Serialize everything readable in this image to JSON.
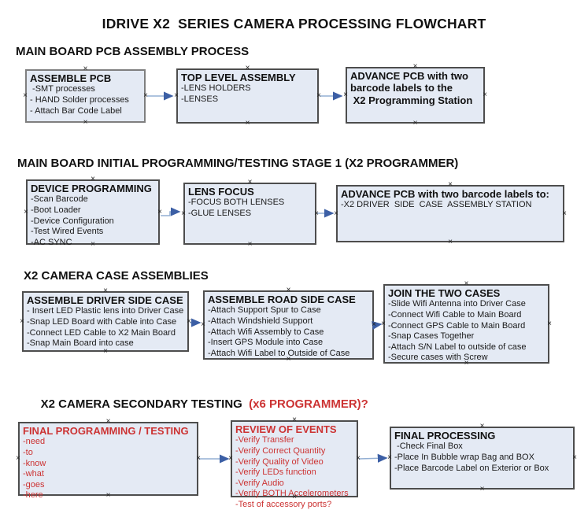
{
  "doc_title": "IDRIVE X2  SERIES CAMERA PROCESSING FLOWCHART",
  "colors": {
    "box_fill": "#e4eaf4",
    "box_border": "#4d4d4d",
    "red_text": "#cc3333",
    "arrow_line": "#93afd3",
    "arrow_head": "#3c5fa5"
  },
  "sections": [
    {
      "heading": "MAIN BOARD PCB ASSEMBLY PROCESS",
      "heading_red": "",
      "boxes": [
        {
          "title": "ASSEMBLE PCB",
          "lines": [
            " -SMT processes",
            "- HAND Solder processes",
            "- Attach Bar Code Label"
          ]
        },
        {
          "title": "TOP LEVEL ASSEMBLY",
          "lines": [
            "-LENS HOLDERS",
            "-LENSES"
          ]
        },
        {
          "title": [
            "ADVANCE PCB with two",
            "barcode labels to the",
            " X2 Programming Station"
          ],
          "lines": []
        }
      ]
    },
    {
      "heading": "MAIN BOARD INITIAL PROGRAMMING/TESTING STAGE 1 (X2 PROGRAMMER)",
      "heading_red": "",
      "boxes": [
        {
          "title": "DEVICE PROGRAMMING",
          "lines": [
            "-Scan Barcode",
            "-Boot Loader",
            "-Device Configuration",
            "-Test Wired Events",
            "-AC SYNC"
          ]
        },
        {
          "title": "LENS FOCUS",
          "lines": [
            "-FOCUS BOTH LENSES",
            "-GLUE LENSES"
          ]
        },
        {
          "title": "ADVANCE PCB with two barcode labels to:",
          "lines": [
            "-X2 DRIVER  SIDE  CASE  ASSEMBLY STATION"
          ]
        }
      ]
    },
    {
      "heading": "X2 CAMERA CASE ASSEMBLIES",
      "heading_red": "",
      "boxes": [
        {
          "title": "ASSEMBLE DRIVER SIDE CASE",
          "lines": [
            "- Insert LED Plastic lens into Driver Case",
            "-Snap LED Board with Cable into Case",
            "-Connect LED Cable to X2 Main Board",
            "-Snap Main Board into case"
          ]
        },
        {
          "title": "ASSEMBLE ROAD SIDE CASE",
          "lines": [
            "-Attach Support Spur to Case",
            "-Attach Windshield Support",
            "-Attach Wifi Assembly to Case",
            "-Insert GPS Module into Case",
            "-Attach Wifi Label to Outside of Case"
          ]
        },
        {
          "title": "JOIN THE TWO CASES",
          "lines": [
            "-Slide Wifi Antenna into Driver Case",
            "-Connect Wifi Cable to Main Board",
            "-Connect GPS Cable to Main Board",
            "-Snap Cases Together",
            "-Attach S/N Label to outside of case",
            "-Secure cases with Screw"
          ]
        }
      ]
    },
    {
      "heading": "X2 CAMERA SECONDARY TESTING ",
      "heading_red": " (x6 PROGRAMMER)?",
      "boxes": [
        {
          "title": "FINAL PROGRAMMING / TESTING",
          "lines": [
            "-need",
            "-to",
            "-know",
            "-what",
            "-goes",
            "-here"
          ]
        },
        {
          "title": "REVIEW OF EVENTS",
          "lines": [
            "-Verify Transfer",
            "-Verify Correct Quantity",
            "-Verify Quality of Video",
            "-Verify LEDs function",
            "-Verify Audio",
            "-Verify BOTH Accelerometers",
            "-Test of accessory ports?"
          ]
        },
        {
          "title": "FINAL PROCESSING",
          "lines": [
            " -Check Final Box",
            "-Place In Bubble wrap Bag and BOX",
            "-Place Barcode Label on Exterior or Box"
          ]
        }
      ]
    }
  ]
}
